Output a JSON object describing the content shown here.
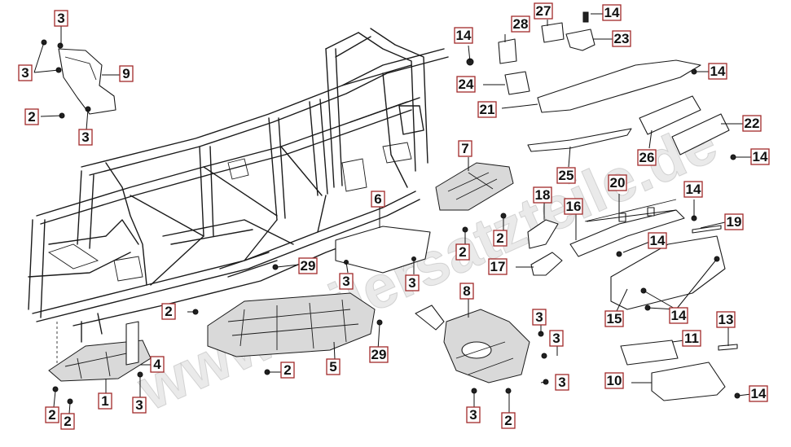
{
  "watermark": "www.teilersatzteile.de",
  "accent_color": "#a12a2a",
  "callouts": [
    "3",
    "3",
    "9",
    "2",
    "3",
    "28",
    "27",
    "14",
    "23",
    "14",
    "24",
    "21",
    "14",
    "22",
    "26",
    "14",
    "7",
    "25",
    "6",
    "18",
    "20",
    "14",
    "19",
    "16",
    "14",
    "2",
    "2",
    "29",
    "3",
    "3",
    "17",
    "15",
    "14",
    "8",
    "13",
    "3",
    "3",
    "11",
    "2",
    "3",
    "4",
    "5",
    "2",
    "10",
    "14",
    "1",
    "3",
    "2",
    "2",
    "29",
    "3",
    "2"
  ]
}
